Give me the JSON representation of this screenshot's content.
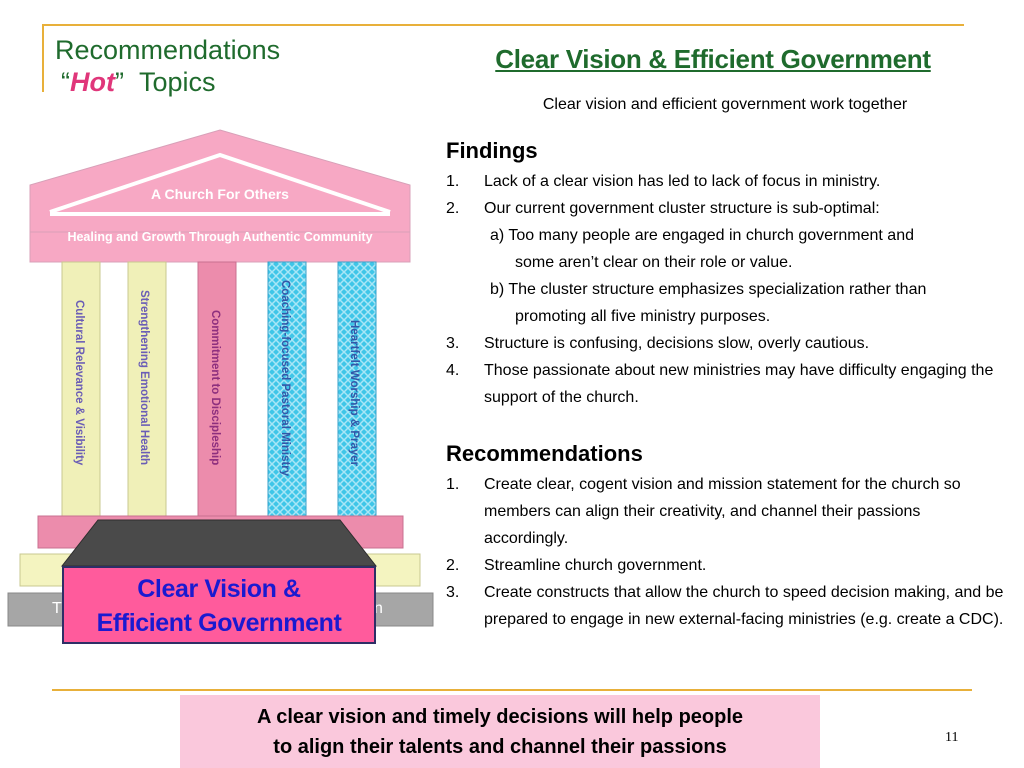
{
  "slide": {
    "title_line1": "Recommendations",
    "title_quote_open": "“",
    "title_hot": "Hot",
    "title_quote_close": "”",
    "title_topics": "Topics",
    "section_title": "Clear Vision & Efficient Government",
    "subtitle": "Clear vision and efficient government work together",
    "page_number": "11"
  },
  "temple": {
    "roof_label": "A Church For Others",
    "beam_label": "Healing and Growth Through Authentic Community",
    "pillars": [
      "Cultural Relevance & Visibility",
      "Strengthening Emotional Health",
      "Commitment to Discipleship",
      "Coaching-focused Pastoral Ministry",
      "Heartfelt Worship & Prayer"
    ],
    "base_left_fragment": "T",
    "base_right_fragment": "n",
    "callout_line1": "Clear Vision &",
    "callout_line2": "Efficient Government"
  },
  "findings": {
    "heading": "Findings",
    "items": [
      {
        "num": "1.",
        "text": "Lack of a clear vision has led to lack of focus in ministry."
      },
      {
        "num": "2.",
        "text": "Our current government cluster structure is sub-optimal:"
      },
      {
        "num": "3.",
        "text": "Structure is confusing, decisions slow, overly cautious."
      },
      {
        "num": "4.",
        "text": "Those passionate about new ministries may have difficulty engaging the support of the church."
      }
    ],
    "subitems": [
      {
        "line1": "a) Too many people are engaged in church government and",
        "line2": "some aren’t clear on their role or value."
      },
      {
        "line1": "b) The cluster structure emphasizes specialization rather than",
        "line2": "promoting all five ministry purposes."
      }
    ]
  },
  "recommendations": {
    "heading": "Recommendations",
    "items": [
      {
        "num": "1.",
        "text": "Create clear, cogent vision and mission statement for the church so members can align their creativity, and channel their passions accordingly."
      },
      {
        "num": "2.",
        "text": "Streamline church government."
      },
      {
        "num": "3.",
        "text": "Create constructs that allow the church to speed decision making, and be prepared to engage in new external-facing ministries (e.g. create a CDC)."
      }
    ]
  },
  "banner": {
    "line1": "A clear vision and timely decisions will help people",
    "line2": "to align their talents and channel their passions"
  },
  "colors": {
    "title_green": "#1f6b2d",
    "hot_pink": "#e0367a",
    "frame_gold": "#e8b03a",
    "temple_pink": "#f7a8c4",
    "callout_pink": "#ff5b9c",
    "callout_text": "#1a1ad0",
    "banner_pink": "#fac8dc"
  }
}
